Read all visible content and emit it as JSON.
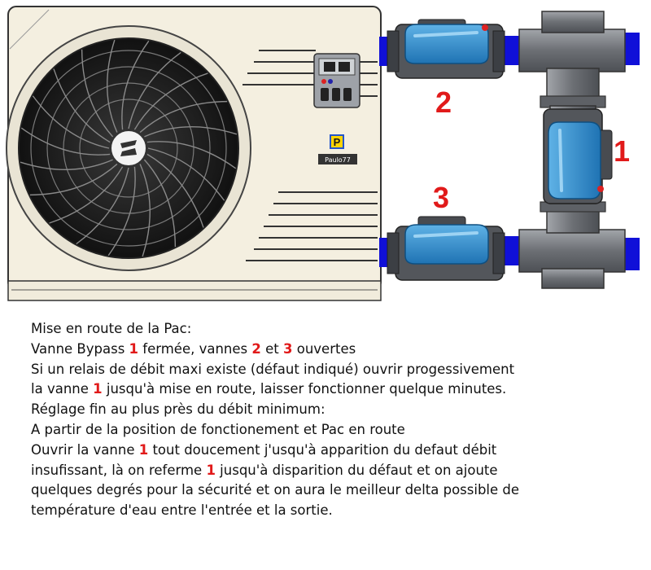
{
  "colors": {
    "valve_blue": "#2f8fcf",
    "pipe_blue": "#1010d8",
    "pipe_gray": "#7d8085",
    "number_red": "#e11a1a",
    "unit_body": "#f4efe0"
  },
  "icons": [
    "fan-icon",
    "control-panel-icon",
    "brand-logo-icon",
    "ball-valve-icon",
    "tee-fitting-icon"
  ],
  "diagram": {
    "valve_1_label": "1",
    "valve_2_label": "2",
    "valve_3_label": "3",
    "logo_letter": "P",
    "logo_caption": "Paulo77"
  },
  "instructions": {
    "title": "Mise en route de la Pac:",
    "line2": {
      "a": "Vanne Bypass ",
      "n1": "1",
      "b": " fermée, vannes ",
      "n2": "2",
      "c": " et ",
      "n3": "3",
      "d": " ouvertes"
    },
    "line3": "Si un relais de débit maxi existe (défaut indiqué) ouvrir progessivement",
    "line4": {
      "a": "la vanne ",
      "n1": "1",
      "b": " jusqu'à mise en route, laisser fonctionner quelque minutes."
    },
    "line5": "Réglage fin au plus près du débit minimum:",
    "line6": "A partir de la position de fonctionement et Pac en route",
    "line7": {
      "a": "Ouvrir la vanne ",
      "n1": "1",
      "b": " tout doucement j'usqu'à apparition du defaut débit"
    },
    "line8": {
      "a": "insufissant, là on referme ",
      "n1": "1",
      "b": " jusqu'à disparition du défaut et on ajoute"
    },
    "line9": "quelques degrés pour la sécurité et on aura le meilleur delta possible de",
    "line10": "température d'eau entre l'entrée et la sortie."
  }
}
